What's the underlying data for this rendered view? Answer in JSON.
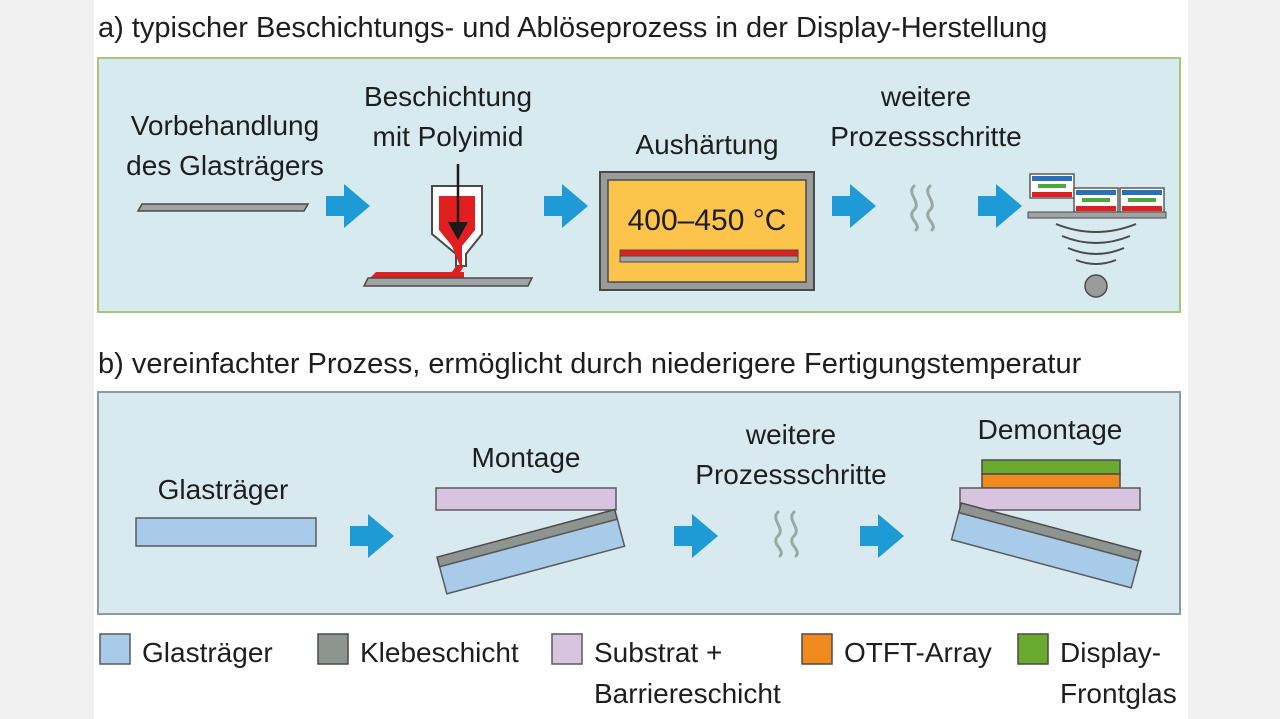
{
  "panel_a": {
    "title": "a) typischer Beschichtungs- und Ablöseprozess in der Display-Herstellung",
    "step1_line1": "Vorbehandlung",
    "step1_line2": "des Glasträgers",
    "step2_line1": "Beschichtung",
    "step2_line2": "mit Polyimid",
    "step3": "Aushärtung",
    "temperature": "400–450 °C",
    "step4_line1": "weitere",
    "step4_line2": "Prozessschritte"
  },
  "panel_b": {
    "title": "b) vereinfachter Prozess, ermöglicht durch niederigere Fertigungstemperatur",
    "step1": "Glasträger",
    "step2": "Montage",
    "step3_line1": "weitere",
    "step3_line2": "Prozessschritte",
    "step4": "Demontage"
  },
  "legend": {
    "glass": "Glasträger",
    "adhesive": "Klebeschicht",
    "substrate_line1": "Substrat +",
    "substrate_line2": "Barriereschicht",
    "otft": "OTFT-Array",
    "display_line1": "Display-",
    "display_line2": "Frontglas"
  },
  "colors": {
    "panel_a_bg": "#d6eaf0",
    "panel_a_border": "#a8c878",
    "panel_b_bg": "#d8eaf0",
    "panel_b_border": "#8a9aa6",
    "arrow": "#1e9ad6",
    "glass": "#a9cbea",
    "adhesive": "#8e9490",
    "substrate": "#d8c4df",
    "otft": "#f08a1e",
    "display": "#6aaa2e",
    "polyimide": "#e02020",
    "oven": "#fcc44a"
  }
}
